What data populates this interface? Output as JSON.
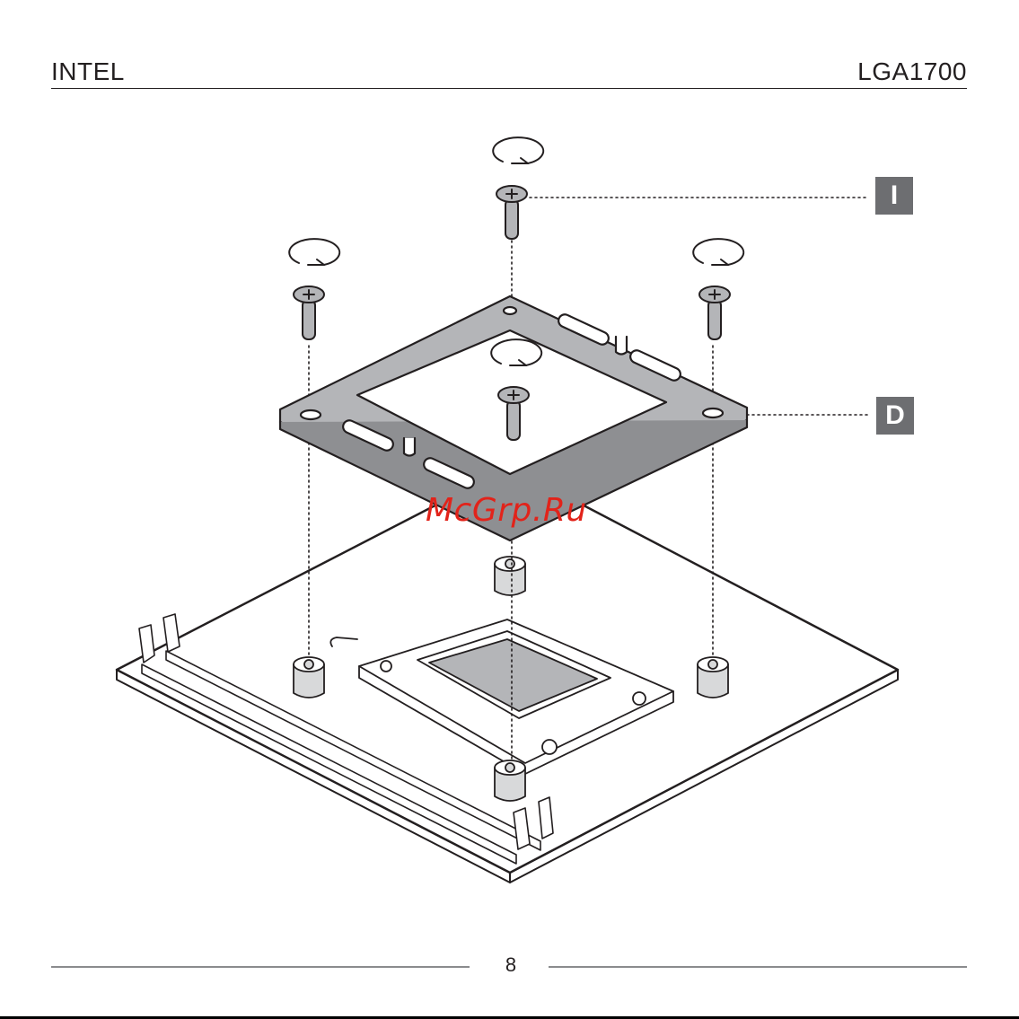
{
  "header": {
    "left": "INTEL",
    "right": "LGA1700"
  },
  "labels": {
    "screw": "I",
    "backplate": "D"
  },
  "watermark": "McGrp.Ru",
  "footer": {
    "page_number": "8"
  },
  "colors": {
    "line": "#231f20",
    "part_fill": "#b4b5b8",
    "label_bg": "#6d6e71",
    "watermark": "#e2231a"
  }
}
